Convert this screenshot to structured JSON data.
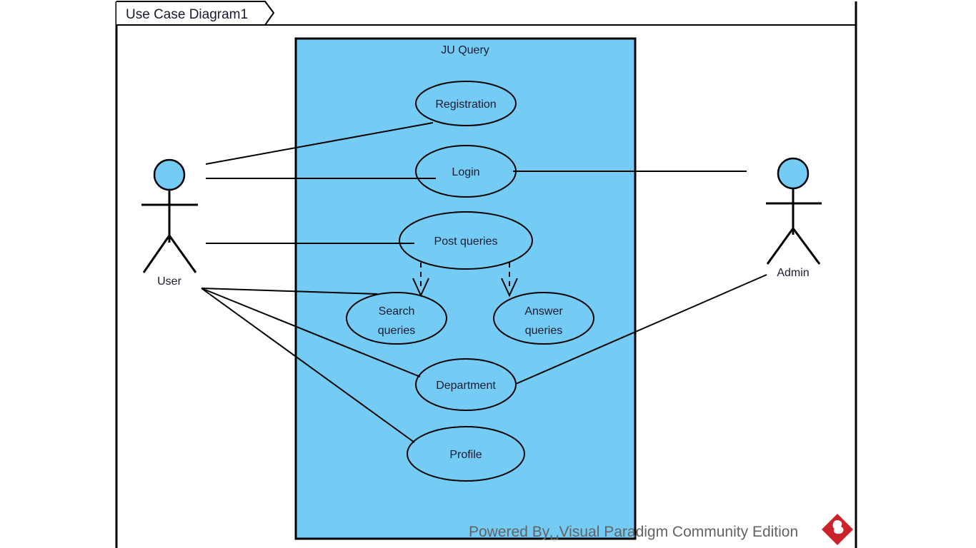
{
  "diagram": {
    "tab_title": "Use Case Diagram1",
    "type": "uml-use-case-diagram",
    "system_boundary": {
      "title": "JU Query",
      "fill_color": "#74cbf4",
      "border_color": "#000000"
    },
    "actors": [
      {
        "id": "user",
        "label": "User",
        "side": "left",
        "head_fill": "#74cbf4"
      },
      {
        "id": "admin",
        "label": "Admin",
        "side": "right",
        "head_fill": "#74cbf4"
      }
    ],
    "use_cases": [
      {
        "id": "registration",
        "label": "Registration",
        "lines": [
          "Registration"
        ]
      },
      {
        "id": "login",
        "label": "Login",
        "lines": [
          "Login"
        ]
      },
      {
        "id": "post_queries",
        "label": "Post queries",
        "lines": [
          "Post queries"
        ]
      },
      {
        "id": "search_queries",
        "label": "Search queries",
        "lines": [
          "Search",
          "queries"
        ]
      },
      {
        "id": "answer_queries",
        "label": "Answer queries",
        "lines": [
          "Answer",
          "queries"
        ]
      },
      {
        "id": "department",
        "label": "Department",
        "lines": [
          "Department"
        ]
      },
      {
        "id": "profile",
        "label": "Profile",
        "lines": [
          "Profile"
        ]
      }
    ],
    "associations": [
      {
        "from": "user",
        "to": "registration"
      },
      {
        "from": "user",
        "to": "login"
      },
      {
        "from": "user",
        "to": "post_queries"
      },
      {
        "from": "user",
        "to": "search_queries"
      },
      {
        "from": "user",
        "to": "department"
      },
      {
        "from": "user",
        "to": "profile"
      },
      {
        "from": "admin",
        "to": "login"
      },
      {
        "from": "admin",
        "to": "department"
      }
    ],
    "dependencies": [
      {
        "from": "post_queries",
        "to": "search_queries",
        "style": "dashed"
      },
      {
        "from": "post_queries",
        "to": "answer_queries",
        "style": "dashed"
      }
    ]
  },
  "watermark": {
    "text": "Powered By␣Visual Paradigm Community Edition",
    "logo_color": "#cc2229",
    "text_color": "#636363"
  }
}
